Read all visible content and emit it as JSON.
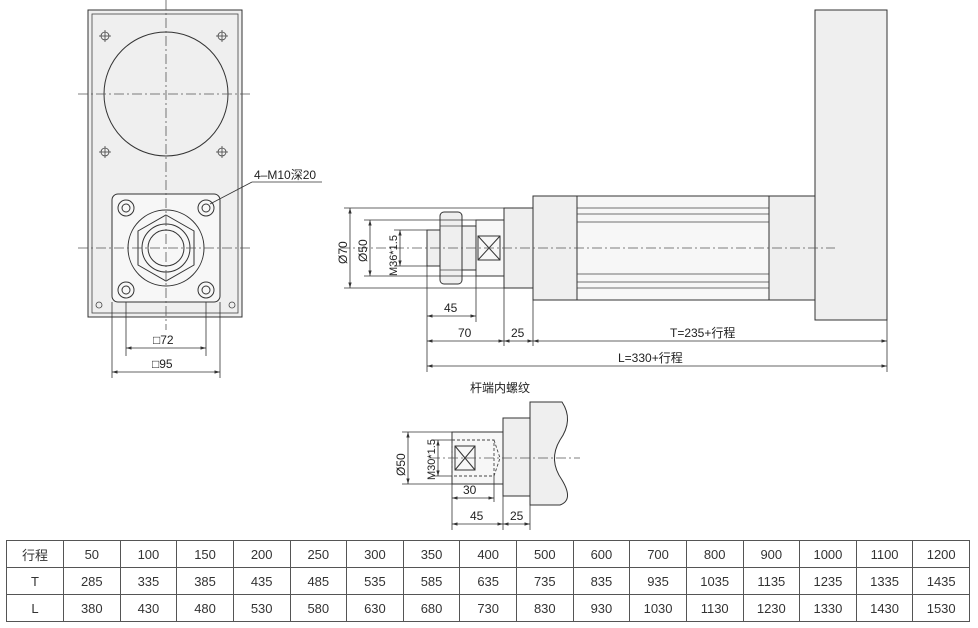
{
  "labels": {
    "bolt_note": "4–M10深20",
    "sq72": "□72",
    "sq95": "□95",
    "dia70": "Ø70",
    "dia50": "Ø50",
    "thread": "M36*1.5",
    "d45": "45",
    "d70": "70",
    "d25": "25",
    "t_formula": "T=235+行程",
    "l_formula": "L=330+行程",
    "detail_title": "杆端内螺纹",
    "detail_dia50": "Ø50",
    "detail_thread": "M30*1.5",
    "detail_30": "30",
    "detail_45": "45",
    "detail_25": "25"
  },
  "table": {
    "rows": [
      {
        "header": "行程",
        "cells": [
          "50",
          "100",
          "150",
          "200",
          "250",
          "300",
          "350",
          "400",
          "500",
          "600",
          "700",
          "800",
          "900",
          "1000",
          "1100",
          "1200"
        ]
      },
      {
        "header": "T",
        "cells": [
          "285",
          "335",
          "385",
          "435",
          "485",
          "535",
          "585",
          "635",
          "735",
          "835",
          "935",
          "1035",
          "1135",
          "1235",
          "1335",
          "1435"
        ]
      },
      {
        "header": "L",
        "cells": [
          "380",
          "430",
          "480",
          "530",
          "580",
          "630",
          "680",
          "730",
          "830",
          "930",
          "1030",
          "1130",
          "1230",
          "1330",
          "1430",
          "1530"
        ]
      }
    ]
  }
}
